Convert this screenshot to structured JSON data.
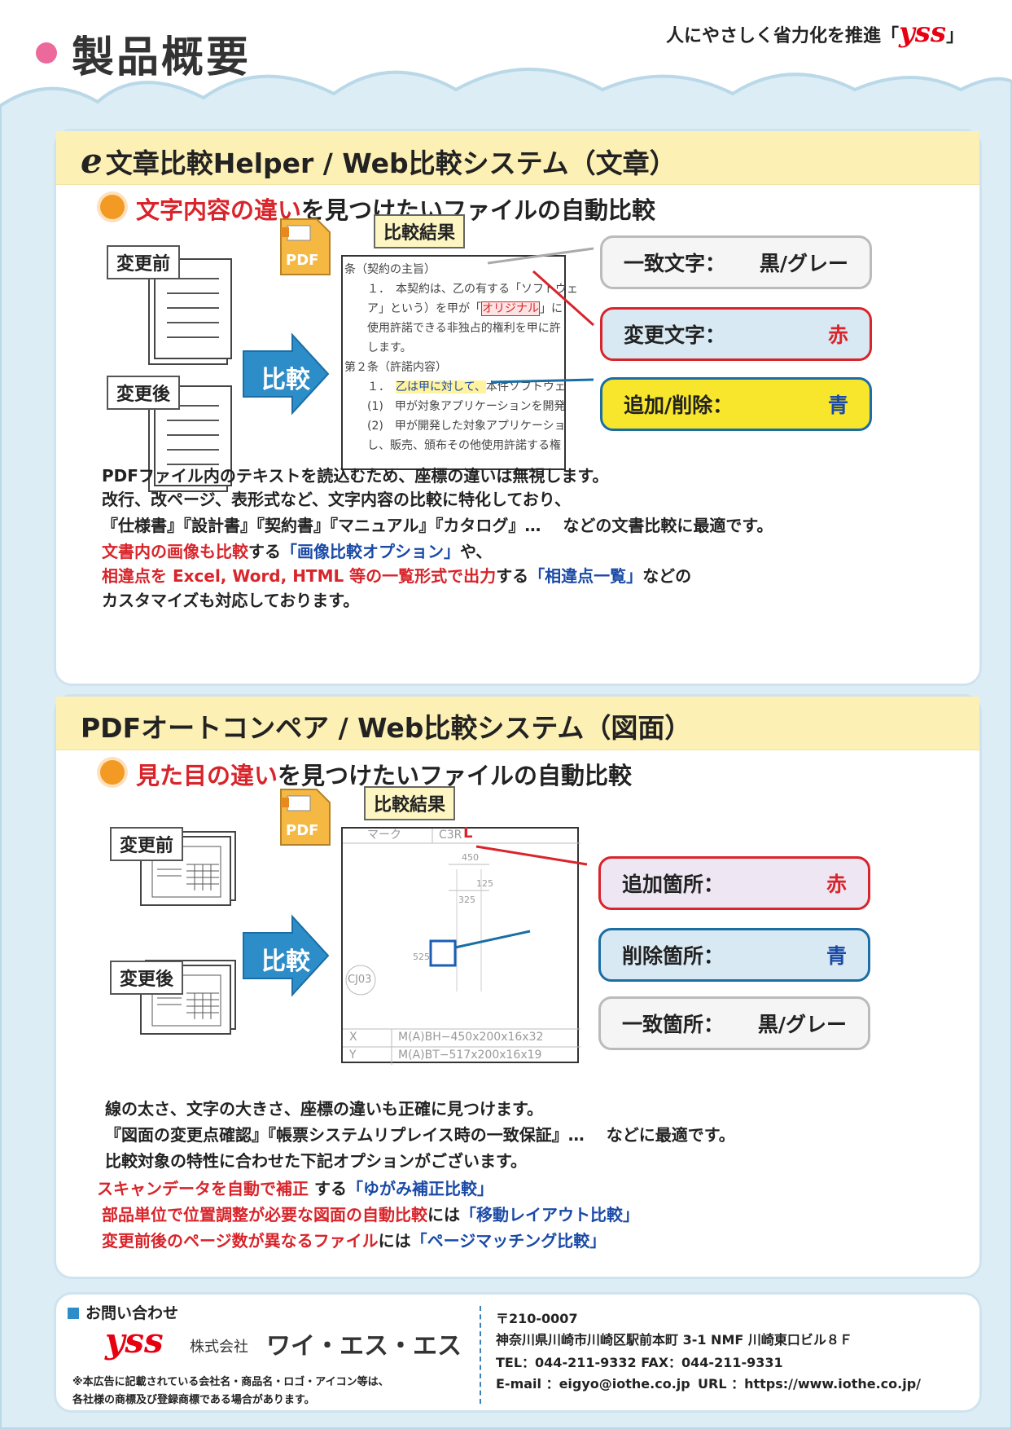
{
  "header": {
    "title": "製品概要",
    "tagline": "人にやさしく省力化を推進「",
    "brand": "yss",
    "tagline_end": "」"
  },
  "section1": {
    "title_icon": "e",
    "title": "文章比較Helper / Web比較システム（文章）",
    "subtitle_red": "文字内容の違い",
    "subtitle_rest": "を見つけたいファイルの自動比較",
    "label_before": "変更前",
    "label_after": "変更後",
    "compare": "比較",
    "result": "比較結果",
    "pdf": "PDF",
    "doc_lines": [
      "条（契約の主旨）",
      "１．　本契約は、乙の有する「ソフトウェ",
      "ア」という）を甲が「オリジナル」に",
      "使用許諾できる非独占的権利を甲に許",
      "します。",
      "",
      "第２条（許諾内容）",
      "１．　乙は甲に対して、本件ソフトウェ",
      "(1)　甲が対象アプリケーションを開発",
      "(2)　甲が開発した対象アプリケーショ",
      "し、販売、頒布その他使用許諾する権"
    ],
    "callouts": [
      {
        "k": "一致文字：",
        "v": "黒/グレー"
      },
      {
        "k": "変更文字：",
        "v": "赤"
      },
      {
        "k": "追加/削除：",
        "v": "青"
      }
    ],
    "body": [
      "PDFファイル内のテキストを読込むため、座標の違いは無視します。",
      "改行、改ページ、表形式など、文字内容の比較に特化しており、",
      "『仕様書』『設計書』『契約書』『マニュアル』『カタログ』…　 などの文書比較に最適です。"
    ],
    "opt1": {
      "a": "文書内の画像も比較",
      "b": "する",
      "c": "「画像比較オプション」",
      "d": "や、"
    },
    "opt2": {
      "a": "相違点を Excel, Word, HTML 等の一覧形式で出力",
      "b": "する",
      "c": "「相違点一覧」",
      "d": "などの"
    },
    "last": "カスタマイズも対応しております。"
  },
  "section2": {
    "title": "PDFオートコンペア / Web比較システム（図面）",
    "subtitle_red": "見た目の違い",
    "subtitle_rest": "を見つけたいファイルの自動比較",
    "label_before": "変更前",
    "label_after": "変更後",
    "compare": "比較",
    "result": "比較結果",
    "pdf": "PDF",
    "drawing": {
      "mark": "マーク",
      "code": "C3R",
      "l": "L",
      "d450": "450",
      "d125": "125",
      "d325": "325",
      "d525": "525",
      "cj": "CJ03",
      "x": "X",
      "y": "Y",
      "mx": "M",
      "ax": "A",
      "bx": "BH−450x200x16x32",
      "by": "BT−517x200x16x19"
    },
    "callouts": [
      {
        "k": "追加箇所：",
        "v": "赤"
      },
      {
        "k": "削除箇所：",
        "v": "青"
      },
      {
        "k": "一致箇所：",
        "v": "黒/グレー"
      }
    ],
    "body": [
      "線の太さ、文字の大きさ、座標の違いも正確に見つけます。",
      "『図面の変更点確認』『帳票システムリプレイス時の一致保証』…　 などに最適です。",
      "比較対象の特性に合わせた下記オプションがございます。"
    ],
    "opts": [
      {
        "a": "スキャンデータを自動で補正",
        "b": " する",
        "c": "「ゆがみ補正比較」"
      },
      {
        "a": "部品単位で位置調整が必要な図面の自動比較",
        "b": "には",
        "c": "「移動レイアウト比較」"
      },
      {
        "a": "変更前後のページ数が異なるファイル",
        "b": "には",
        "c": "「ページマッチング比較」"
      }
    ]
  },
  "footer": {
    "contact": "お問い合わせ",
    "brand": "yss",
    "corp": "株式会社",
    "name": "ワイ・エス・エス",
    "note1": "※本広告に記載されている会社名・商品名・ロゴ・アイコン等は、",
    "note2": "各社様の商標及び登録商標である場合があります。",
    "zip": "〒210-0007",
    "addr": "神奈川県川崎市川崎区駅前本町 3-1  NMF 川崎東口ビル８Ｆ",
    "tel": "TEL：044-211-9332   FAX：044-211-9331",
    "email": "E-mail ：eigyo@iothe.co.jp",
    "url": "URL ：https://www.iothe.co.jp/"
  },
  "colors": {
    "accent_red": "#d8242a",
    "accent_blue": "#1a4aa6",
    "panel_head": "#fdf0b4",
    "cloud": "#dcedf5",
    "orange": "#f39a25",
    "pink": "#ec6a9b"
  }
}
